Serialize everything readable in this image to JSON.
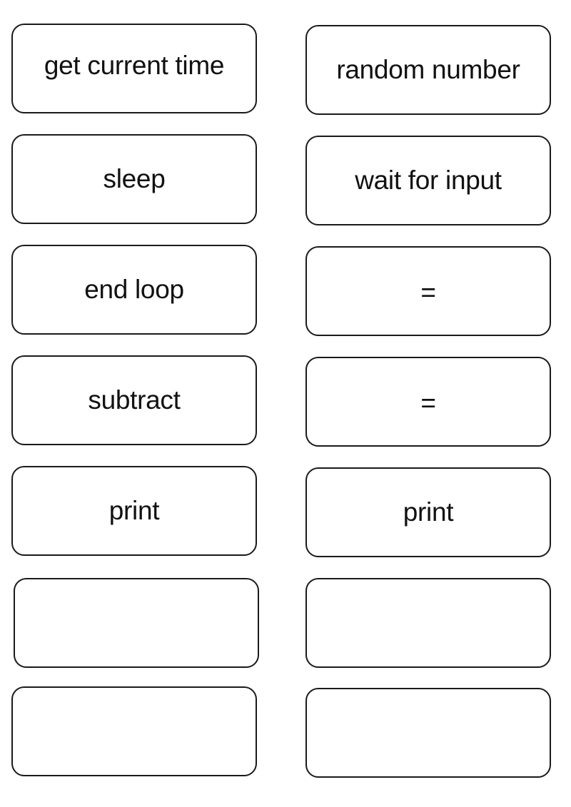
{
  "cards": {
    "left": [
      {
        "label": "get current time"
      },
      {
        "label": "sleep"
      },
      {
        "label": "end loop"
      },
      {
        "label": "subtract"
      },
      {
        "label": "print"
      },
      {
        "label": ""
      },
      {
        "label": ""
      }
    ],
    "right": [
      {
        "label": "random number"
      },
      {
        "label": "wait for input"
      },
      {
        "label": "="
      },
      {
        "label": "="
      },
      {
        "label": "print"
      },
      {
        "label": ""
      },
      {
        "label": ""
      }
    ]
  }
}
